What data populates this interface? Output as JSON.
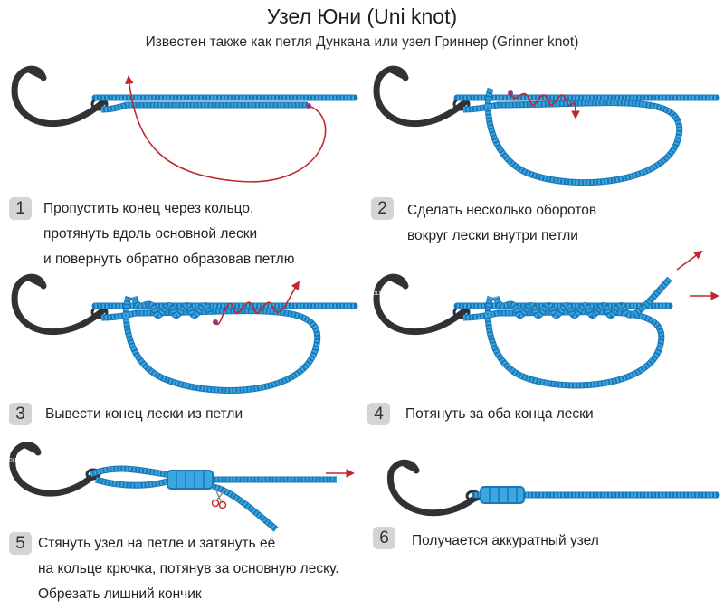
{
  "title": "Узел Юни (Uni knot)",
  "subtitle": "Известен также как петля Дункана или узел Гриннер (Grinner knot)",
  "hook_label": "HOLD",
  "colors": {
    "line": "#3aa7e0",
    "line_edge": "#1b78b8",
    "tag_end": "#c0282e",
    "hook": "#2f3336",
    "badge": "#d4d4d4"
  },
  "steps": [
    {
      "number": "1",
      "lines": [
        "Пропустить конец через кольцо,",
        "протянуть вдоль основной лески",
        "и повернуть обратно образовав петлю"
      ]
    },
    {
      "number": "2",
      "lines": [
        "Сделать несколько оборотов",
        "вокруг лески внутри петли"
      ]
    },
    {
      "number": "3",
      "lines": [
        "Вывести конец лески из петли"
      ]
    },
    {
      "number": "4",
      "lines": [
        "Потянуть за оба конца лески"
      ]
    },
    {
      "number": "5",
      "lines": [
        "Стянуть узел на петле и затянуть её",
        "на кольце крючка, потянув за основную леску.",
        "Обрезать лишний кончик"
      ]
    },
    {
      "number": "6",
      "lines": [
        "Получается аккуратный узел"
      ]
    }
  ]
}
